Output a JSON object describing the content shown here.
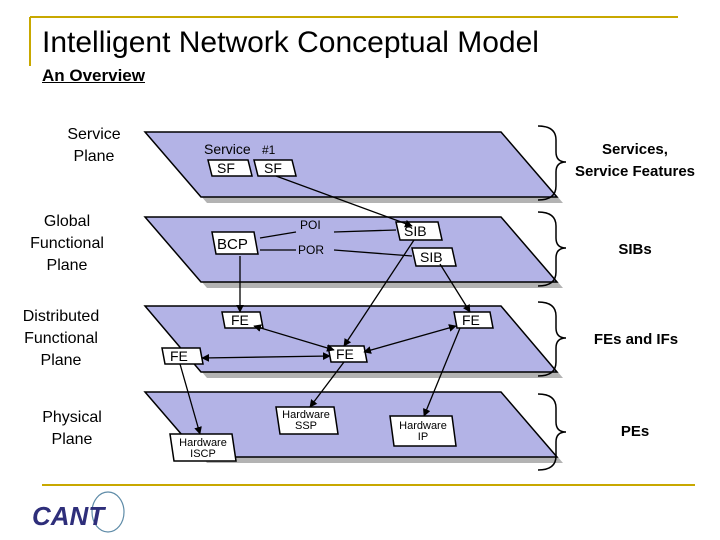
{
  "header": {
    "title": "Intelligent Network Conceptual Model",
    "subtitle": "An Overview"
  },
  "planes": [
    {
      "label_line1": "Service",
      "label_line2": "Plane",
      "label_line3": ""
    },
    {
      "label_line1": "Global",
      "label_line2": "Functional",
      "label_line3": "Plane"
    },
    {
      "label_line1": "Distributed",
      "label_line2": "Functional",
      "label_line3": "Plane"
    },
    {
      "label_line1": "Physical",
      "label_line2": "Plane",
      "label_line3": ""
    }
  ],
  "right_labels": [
    {
      "line1": "Services,",
      "line2": "Service Features"
    },
    {
      "line1": "SIBs",
      "line2": ""
    },
    {
      "line1": "FEs and IFs",
      "line2": ""
    },
    {
      "line1": "PEs",
      "line2": ""
    }
  ],
  "diagram": {
    "service_label": "Service",
    "service_number": "#1",
    "sf1": "SF",
    "sf2": "SF",
    "bcp": "BCP",
    "poi": "POI",
    "por": "POR",
    "sib1": "SIB",
    "sib2": "SIB",
    "fe_top_left": "FE",
    "fe_top_right": "FE",
    "fe_bottom_left": "FE",
    "fe_bottom_mid": "FE",
    "hw_ssp_line1": "Hardware",
    "hw_ssp_line2": "SSP",
    "hw_ip_line1": "Hardware",
    "hw_ip_line2": "IP",
    "hw_iscp_line1": "Hardware",
    "hw_iscp_line2": "ISCP"
  },
  "logo": {
    "text": "CANT"
  },
  "colors": {
    "plane_fill": "#b3b3e6",
    "plane_stroke": "#000000",
    "shadow": "#b3b3b3",
    "accent_line": "#c8a800",
    "logo": "#2e2e7a"
  }
}
